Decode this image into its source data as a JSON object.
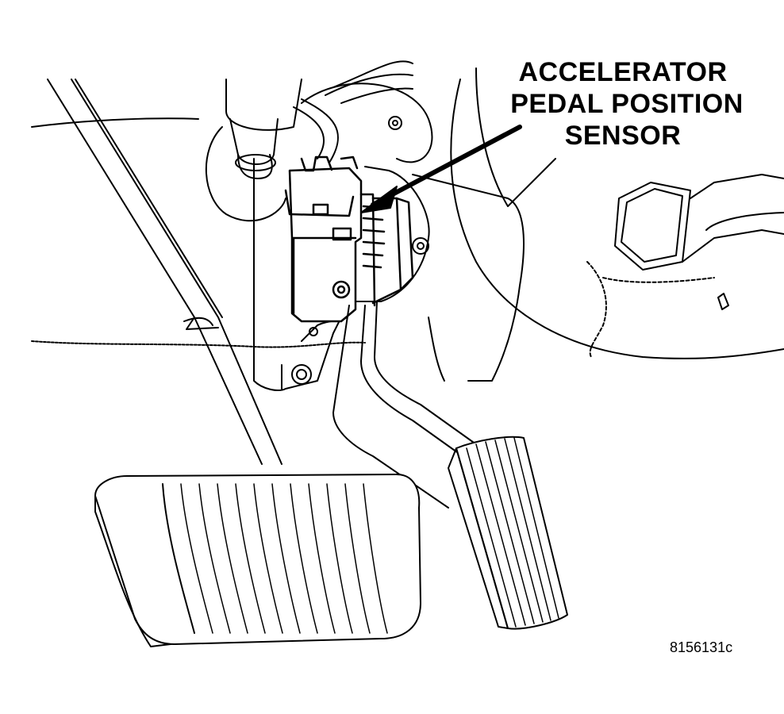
{
  "diagram": {
    "callout_label": {
      "line1": "ACCELERATOR",
      "line2": "PEDAL POSITION",
      "line3": "SENSOR"
    },
    "figure_number": "8156131c",
    "colors": {
      "ink": "#000000",
      "paper": "#ffffff"
    }
  }
}
